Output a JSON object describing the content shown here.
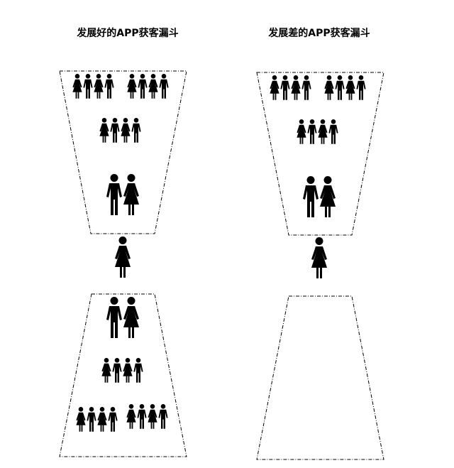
{
  "diagram": {
    "left_title": "发展好的APP获客漏斗",
    "right_title": "发展差的APP获客漏斗",
    "colors": {
      "figure": "#000000",
      "outline": "#000000",
      "background": "#ffffff"
    },
    "left_funnel": {
      "top_trapezoid_rows": [
        8,
        4,
        2
      ],
      "center_person": 1,
      "bottom_trapezoid_rows": [
        2,
        4,
        8
      ]
    },
    "right_funnel": {
      "top_trapezoid_rows": [
        8,
        4,
        2
      ],
      "center_person": 1,
      "bottom_trapezoid_rows": []
    }
  }
}
